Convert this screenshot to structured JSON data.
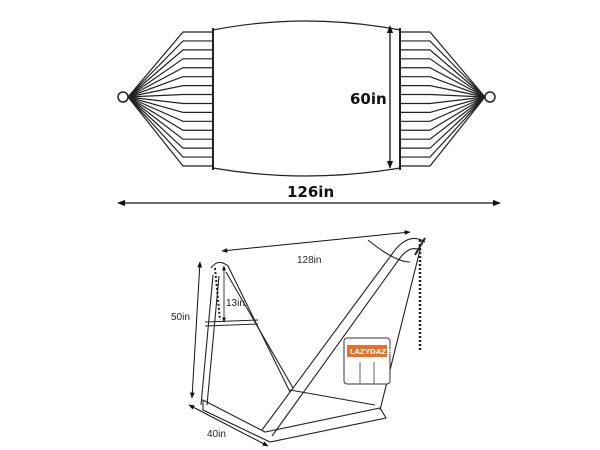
{
  "hammock": {
    "width_label": "60in",
    "length_label": "126in"
  },
  "stand": {
    "length_label": "128in",
    "height_label": "50in",
    "chain_label": "13in",
    "depth_label": "40in",
    "bag_logo": "LAZYDAZE"
  },
  "colors": {
    "line": "#222222",
    "logo_bg": "#e8702a"
  }
}
